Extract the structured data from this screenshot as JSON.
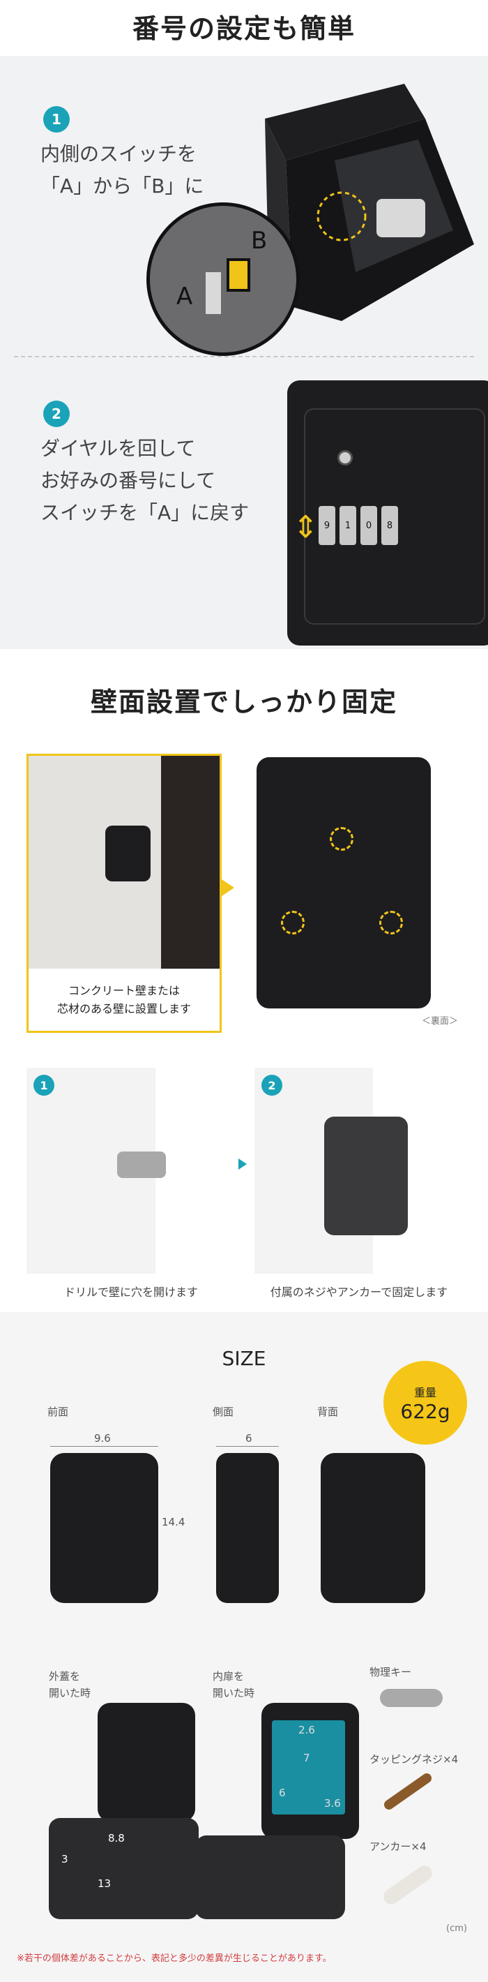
{
  "section1": {
    "title": "番号の設定も簡単",
    "step1": {
      "num": "1",
      "text": "内側のスイッチを\n「A」から「B」に",
      "label_a": "A",
      "label_b": "B"
    },
    "step2": {
      "num": "2",
      "text": "ダイヤルを回して\nお好みの番号にして\nスイッチを「A」に戻す",
      "dial_digits": [
        "9",
        "1",
        "0",
        "8"
      ]
    }
  },
  "section2": {
    "title": "壁面設置でしっかり固定",
    "wall_caption": "コンクリート壁または\n芯材のある壁に設置します",
    "back_label": "＜裏面＞",
    "step1": {
      "num": "1",
      "caption": "ドリルで壁に穴を開けます"
    },
    "step2": {
      "num": "2",
      "caption": "付属のネジやアンカーで固定します"
    }
  },
  "section3": {
    "title": "SIZE",
    "weight_label": "重量",
    "weight_value": "622g",
    "views": [
      {
        "label": "前面",
        "dim": "9.6",
        "height": "14.4"
      },
      {
        "label": "側面",
        "dim": "6"
      },
      {
        "label": "背面"
      }
    ],
    "open_outer": {
      "label": "外蓋を\n開いた時",
      "d1": "8.8",
      "d2": "3",
      "d3": "13"
    },
    "open_inner": {
      "label": "内扉を\n開いた時",
      "d1": "2.6",
      "d2": "7",
      "d3": "6",
      "d4": "3.6"
    },
    "accessories": [
      {
        "label": "物理キー"
      },
      {
        "label": "タッピングネジ×4"
      },
      {
        "label": "アンカー×4"
      }
    ],
    "unit": "(cm)",
    "note": "※若干の個体差があることから、表記と多少の差異が生じることがあります。"
  }
}
